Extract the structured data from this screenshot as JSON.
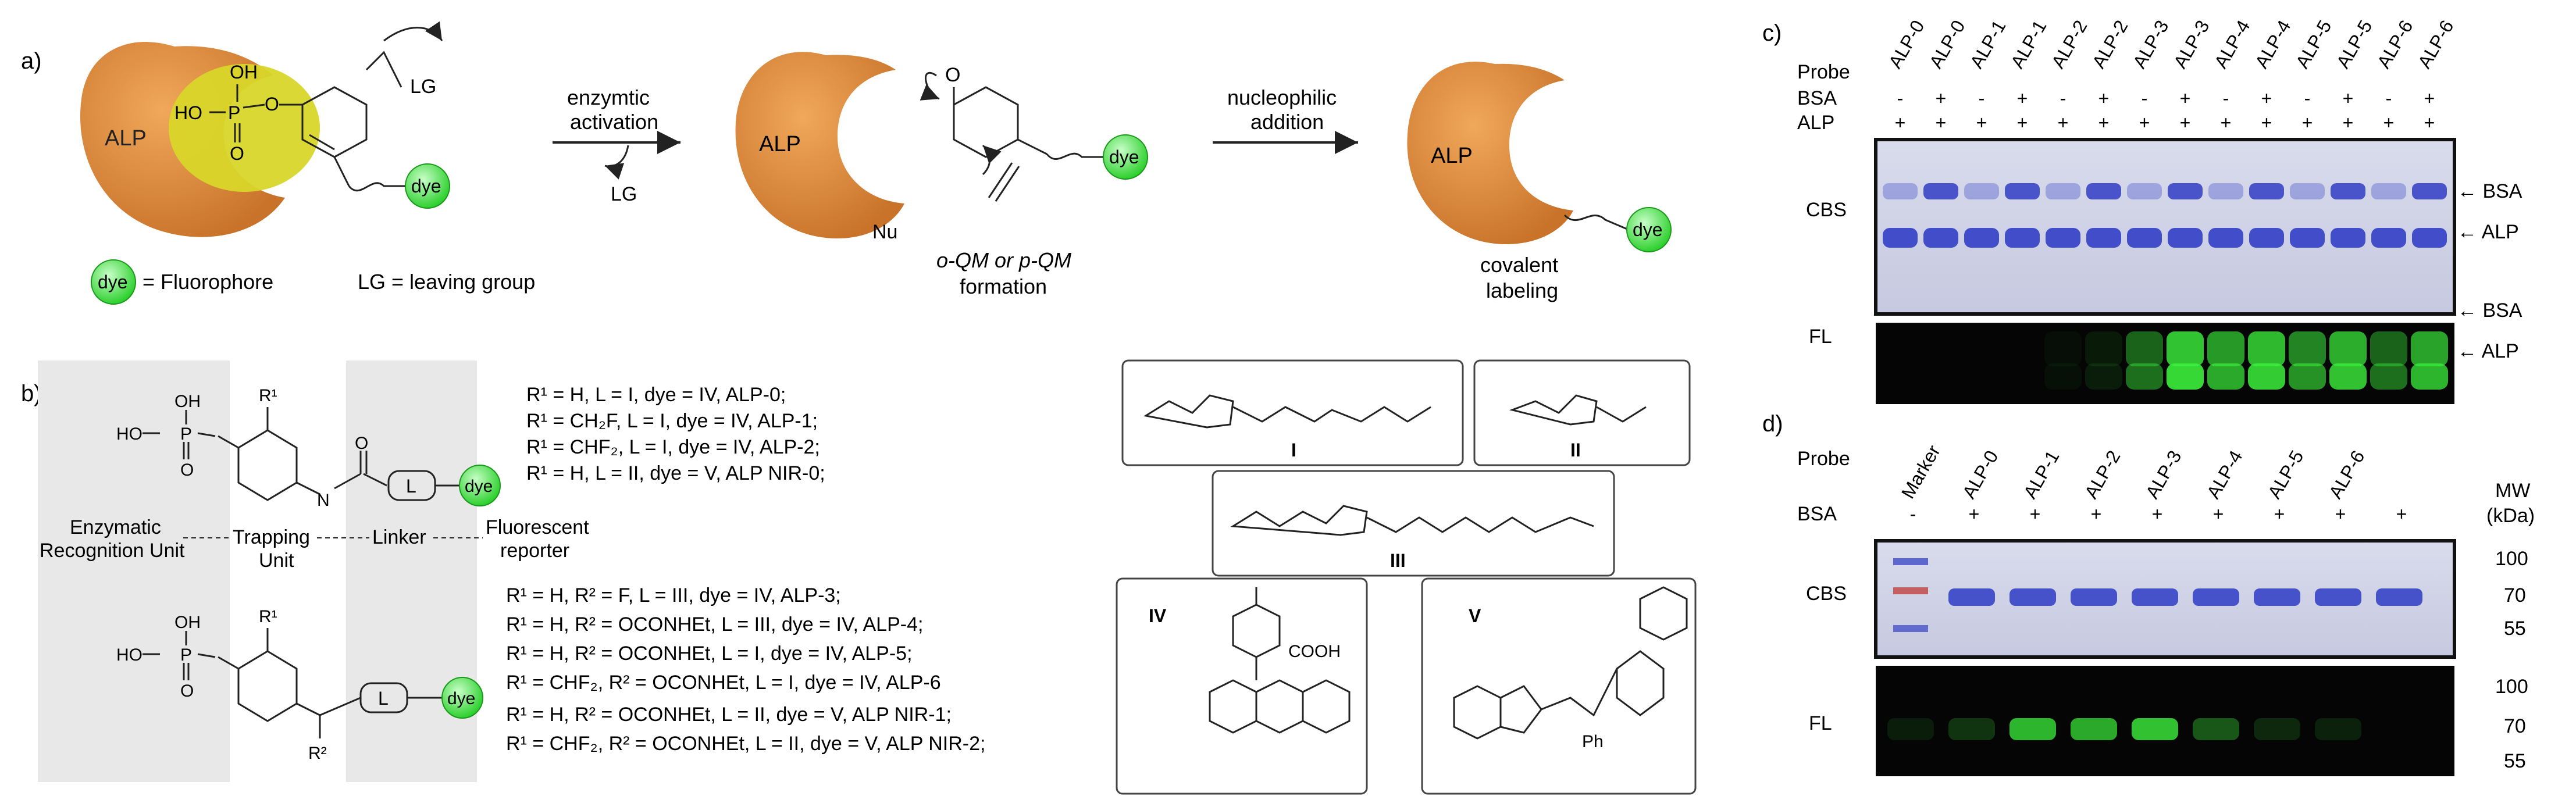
{
  "panel_a": {
    "label": "a)",
    "alp": "ALP",
    "oh": "OH",
    "ho": "HO",
    "p": "P",
    "o": "O",
    "lg": "LG",
    "dye": "dye",
    "step1_line1": "enzymtic",
    "step1_line2": "activation",
    "step1_lg": "LG",
    "nu": "Nu",
    "qm_line1": "o-QM or p-QM",
    "qm_line2": "formation",
    "step2_line1": "nucleophilic",
    "step2_line2": "addition",
    "covalent_line1": "covalent",
    "covalent_line2": "labeling",
    "legend_fluor": "= Fluorophore",
    "legend_lg": "LG = leaving group"
  },
  "panel_b": {
    "label": "b)",
    "unit_enzymatic_1": "Enzymatic",
    "unit_enzymatic_2": "Recognition Unit",
    "unit_trapping_1": "Trapping",
    "unit_trapping_2": "Unit",
    "unit_linker": "Linker",
    "unit_fluor_1": "Fluorescent",
    "unit_fluor_2": "reporter",
    "linker_box": "L",
    "top_defs": [
      "R¹ = H,       L = I,  dye = IV,  ALP-0;",
      "R¹ = CH₂F, L = I,  dye = IV,  ALP-1;",
      "R¹ = CHF₂, L = I,  dye = IV,  ALP-2;",
      "R¹ = H,       L = II, dye = V,  ALP NIR-0;"
    ],
    "bottom_defs": [
      "R¹ = H,       R² = F,              L = III, dye = IV,  ALP-3;",
      "R¹ = H,       R² = OCONHEt, L = III, dye = IV,  ALP-4;",
      "R¹ = H,       R² = OCONHEt, L = I,   dye = IV,  ALP-5;",
      "R¹ = CHF₂, R² = OCONHEt, L = I,   dye = IV,  ALP-6",
      "R¹ = H,       R² = OCONHEt, L = II,  dye = V,  ALP NIR-1;",
      "R¹ = CHF₂, R² = OCONHEt, L = II,  dye = V,  ALP NIR-2;"
    ],
    "box_I": "I",
    "box_II": "II",
    "box_III": "III",
    "box_IV": "IV",
    "box_V": "V",
    "cooh": "COOH",
    "ph": "Ph"
  },
  "panel_c": {
    "label": "c)",
    "probe_label": "Probe",
    "bsa_label": "BSA",
    "alp_label": "ALP",
    "lanes": [
      "ALP-0",
      "ALP-0",
      "ALP-1",
      "ALP-1",
      "ALP-2",
      "ALP-2",
      "ALP-3",
      "ALP-3",
      "ALP-4",
      "ALP-4",
      "ALP-5",
      "ALP-5",
      "ALP-6",
      "ALP-6"
    ],
    "bsa_signs": [
      "-",
      "+",
      "-",
      "+",
      "-",
      "+",
      "-",
      "+",
      "-",
      "+",
      "-",
      "+",
      "-",
      "+"
    ],
    "alp_signs": [
      "+",
      "+",
      "+",
      "+",
      "+",
      "+",
      "+",
      "+",
      "+",
      "+",
      "+",
      "+",
      "+",
      "+"
    ],
    "fl_intensity": [
      0.0,
      0.0,
      0.0,
      0.0,
      0.05,
      0.1,
      0.45,
      0.9,
      0.7,
      0.85,
      0.6,
      0.8,
      0.45,
      0.75
    ],
    "cbs": "CBS",
    "fl": "FL",
    "arrow_bsa": "BSA",
    "arrow_alp": "ALP"
  },
  "panel_d": {
    "label": "d)",
    "probe_label": "Probe",
    "bsa_label": "BSA",
    "lanes": [
      "Marker",
      "ALP-0",
      "ALP-1",
      "ALP-2",
      "ALP-3",
      "ALP-4",
      "ALP-5",
      "ALP-6",
      ""
    ],
    "bsa_signs": [
      "-",
      "+",
      "+",
      "+",
      "+",
      "+",
      "+",
      "+",
      "+"
    ],
    "fl_intensity": [
      0.1,
      0.2,
      0.75,
      0.7,
      0.8,
      0.35,
      0.15,
      0.12,
      0.0
    ],
    "mw_title_1": "MW",
    "mw_title_2": "(kDa)",
    "mw_cbs": [
      "100",
      "70",
      "55"
    ],
    "mw_fl": [
      "100",
      "70",
      "55"
    ],
    "cbs": "CBS",
    "fl": "FL"
  },
  "colors": {
    "enzyme": "#d9893a",
    "enzyme_dark": "#b86a22",
    "substrate": "#d8d62a",
    "dye_green": "#33dd33",
    "gel_blue": "#3a46c8",
    "fl_green": "#3cf03c",
    "panel_gray": "#e8e8e8"
  }
}
